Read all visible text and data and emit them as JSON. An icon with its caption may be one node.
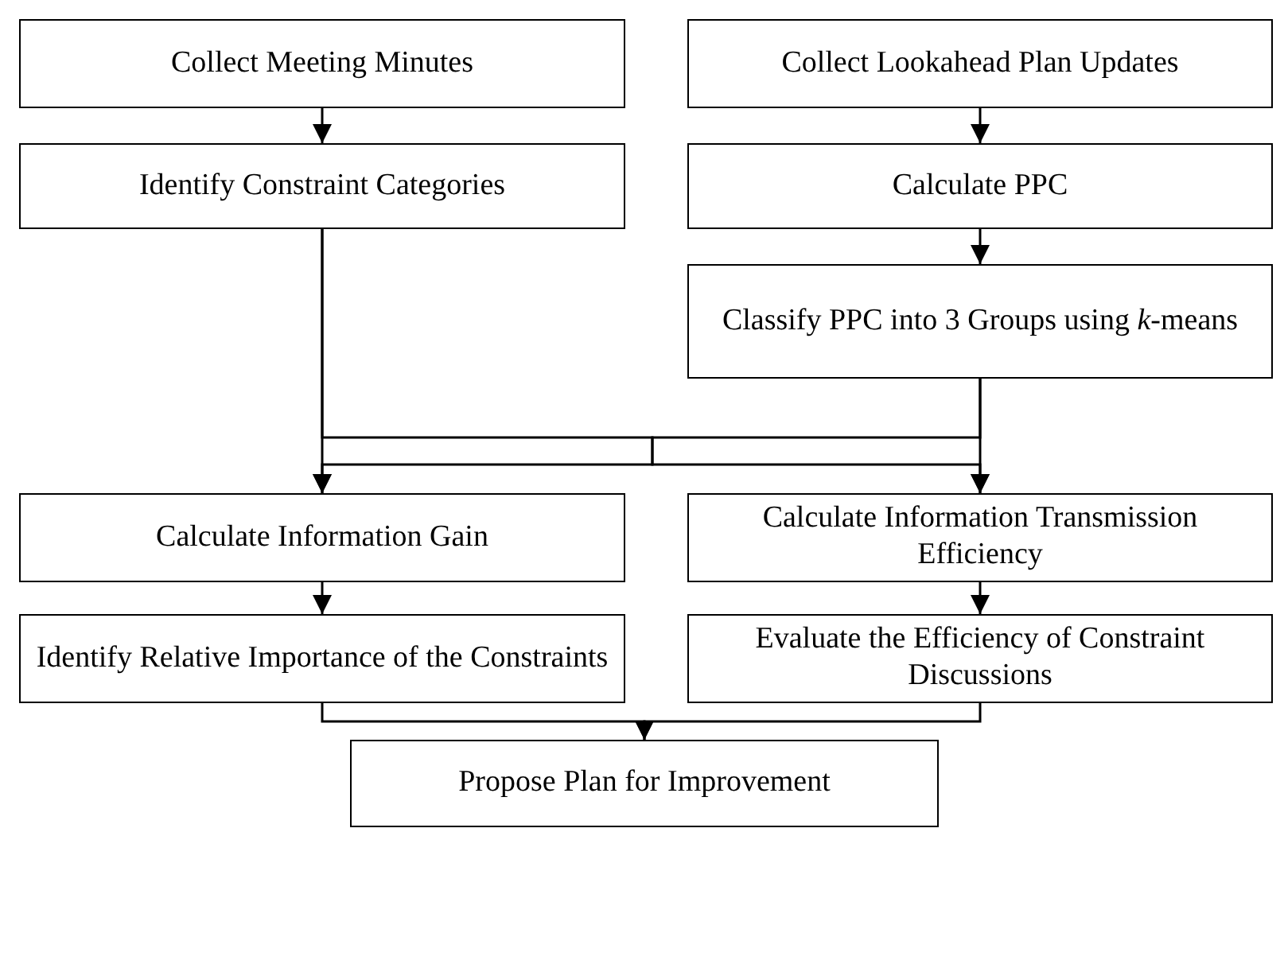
{
  "diagram": {
    "nodes": [
      {
        "text": [
          "Collect Meeting Minutes"
        ]
      },
      {
        "text": [
          "Collect Lookahead Plan Updates"
        ]
      },
      {
        "text": [
          "Identify Constraint Categories"
        ]
      },
      {
        "text": [
          "Calculate PPC"
        ]
      },
      {
        "text": [
          "Classify PPC into 3 Groups using *k*-means"
        ]
      },
      {
        "text": [
          "Calculate Information Gain"
        ]
      },
      {
        "text": [
          "Calculate Information Transmission Efficiency"
        ]
      },
      {
        "text": [
          "Identify Relative Importance of the Constraints"
        ]
      },
      {
        "text": [
          "Evaluate the Efficiency of Constraint Discussions"
        ]
      },
      {
        "text": [
          "Propose Plan for Improvement"
        ]
      }
    ],
    "edges": [
      {
        "from": 0,
        "to": 2,
        "arrow": "to"
      },
      {
        "from": 1,
        "to": 3,
        "arrow": "to"
      },
      {
        "from": 3,
        "to": 4,
        "arrow": "to"
      },
      {
        "from": 2,
        "to": 5,
        "arrow": "to"
      },
      {
        "from": 2,
        "to": 6,
        "arrow": "to"
      },
      {
        "from": 4,
        "to": 5,
        "arrow": "to"
      },
      {
        "from": 4,
        "to": 6,
        "arrow": "to"
      },
      {
        "from": 5,
        "to": 7,
        "arrow": "to"
      },
      {
        "from": 6,
        "to": 8,
        "arrow": "to"
      },
      {
        "from": 7,
        "to": 9,
        "arrow": "to"
      },
      {
        "from": 8,
        "to": 9,
        "arrow": "to"
      }
    ]
  }
}
